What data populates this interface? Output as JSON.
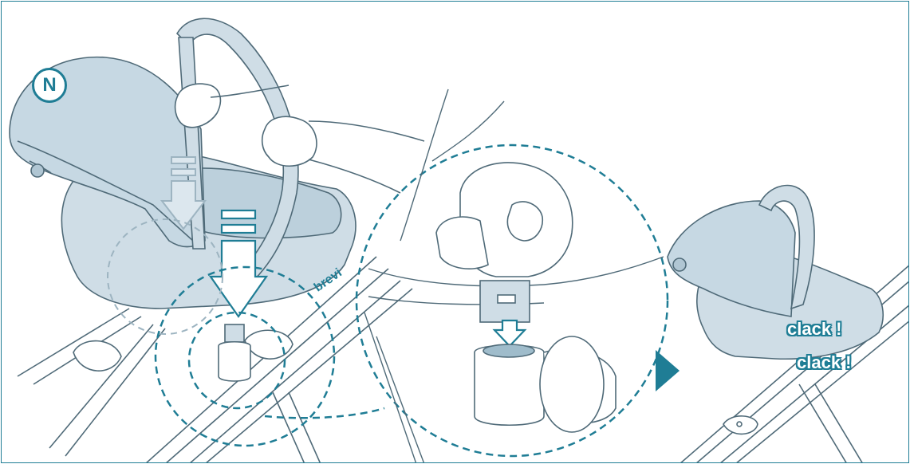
{
  "step_marker": "N",
  "brand_label": "brevi",
  "sounds": [
    "clack !",
    "clack !"
  ],
  "colors": {
    "accent": "#1f7d95",
    "fill": "#cfdde6",
    "line": "#4f6a78"
  },
  "icons": [
    "down-arrow-icon",
    "next-step-arrow-icon"
  ]
}
